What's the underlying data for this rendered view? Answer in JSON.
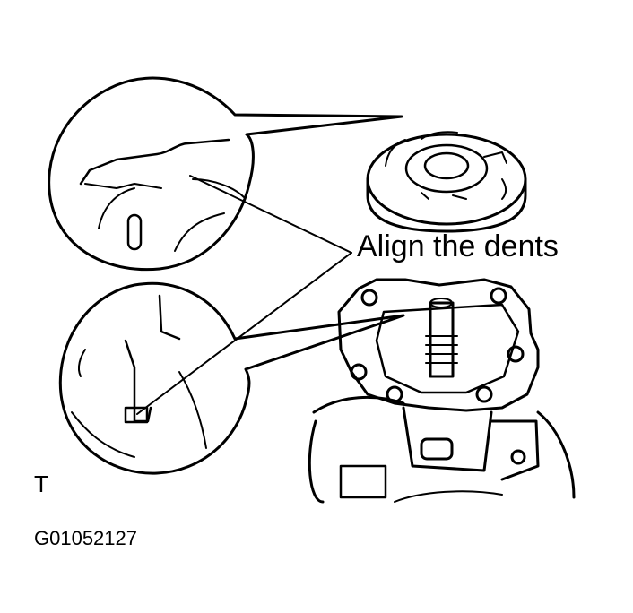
{
  "callout": {
    "text": "Align the dents"
  },
  "corner_mark": {
    "text": "T"
  },
  "figure_id": {
    "text": "G01052127"
  },
  "colors": {
    "ink": "#000000",
    "paper": "#ffffff"
  }
}
